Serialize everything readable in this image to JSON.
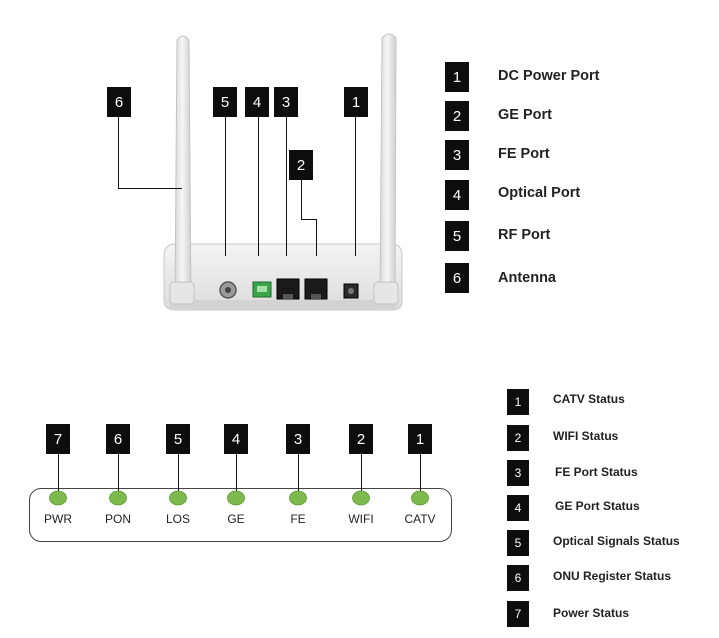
{
  "router_callouts": [
    {
      "number": "6"
    },
    {
      "number": "5"
    },
    {
      "number": "4"
    },
    {
      "number": "3"
    },
    {
      "number": "2"
    },
    {
      "number": "1"
    }
  ],
  "router_legend": [
    {
      "number": "1",
      "label": "DC Power Port"
    },
    {
      "number": "2",
      "label": "GE Port"
    },
    {
      "number": "3",
      "label": "FE Port"
    },
    {
      "number": "4",
      "label": "Optical Port"
    },
    {
      "number": "5",
      "label": "RF Port"
    },
    {
      "number": "6",
      "label": "Antenna"
    }
  ],
  "led_panel": [
    {
      "number": "7",
      "label": "PWR"
    },
    {
      "number": "6",
      "label": "PON"
    },
    {
      "number": "5",
      "label": "LOS"
    },
    {
      "number": "4",
      "label": "GE"
    },
    {
      "number": "3",
      "label": "FE"
    },
    {
      "number": "2",
      "label": "WIFI"
    },
    {
      "number": "1",
      "label": "CATV"
    }
  ],
  "led_legend": [
    {
      "number": "1",
      "label": "CATV Status"
    },
    {
      "number": "2",
      "label": "WIFI Status"
    },
    {
      "number": "3",
      "label": "FE Port Status"
    },
    {
      "number": "4",
      "label": "GE Port Status"
    },
    {
      "number": "5",
      "label": "Optical Signals Status"
    },
    {
      "number": "6",
      "label": "ONU Register Status"
    },
    {
      "number": "7",
      "label": "Power Status"
    }
  ],
  "colors": {
    "badge": "#0d0d0d",
    "led": "#7cba4e",
    "router_body": "#ececec",
    "optical_connector": "#3aa54a"
  }
}
